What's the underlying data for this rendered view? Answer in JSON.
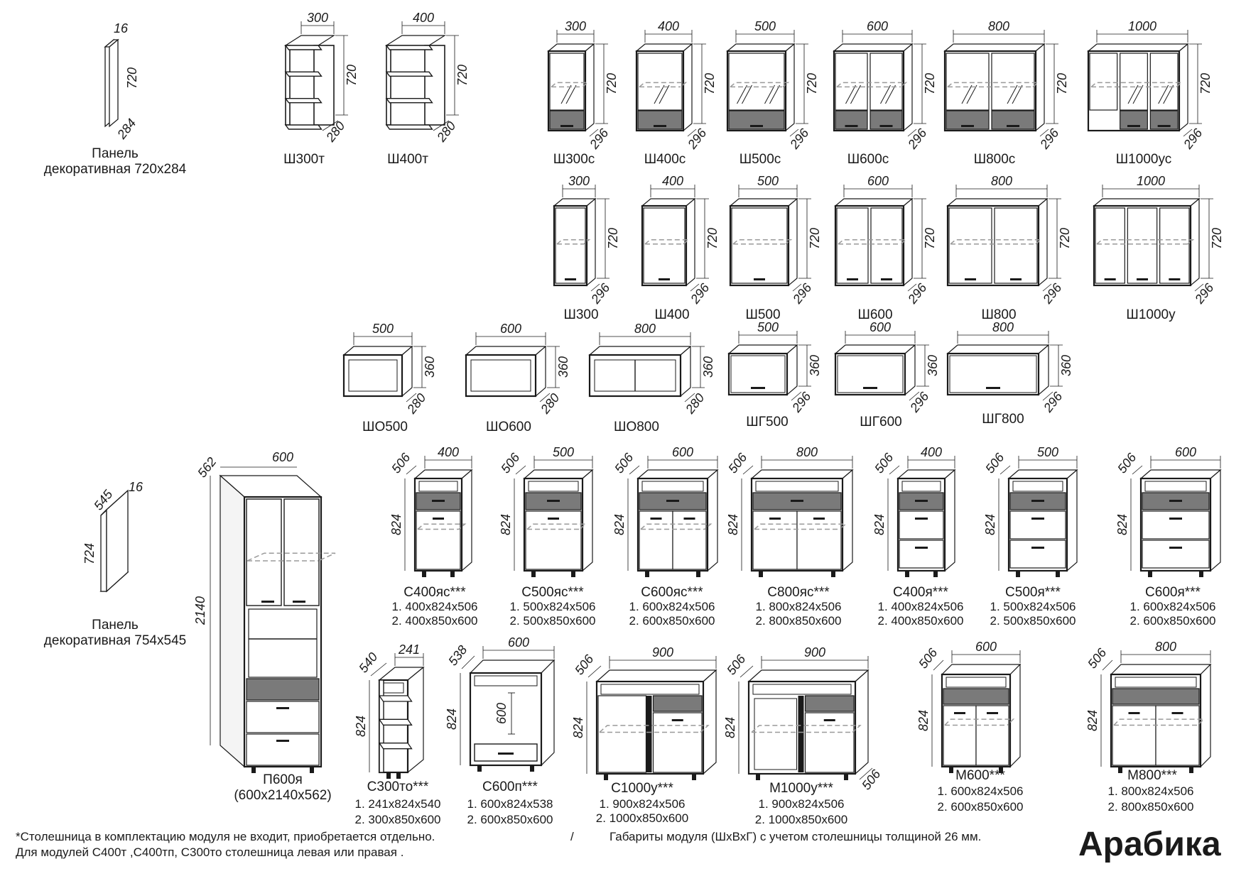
{
  "brand": "Арабика",
  "footnotes": {
    "line1": "*Столешница в комплектацию модуля не входит, приобретается отдельно.",
    "separator": "/",
    "gabarit": "Габариты модуля (ШхВхГ) с учетом столешницы толщиной 26 мм.",
    "line2": "Для модулей С400т ,С400тп, С300то столешница левая или правая ."
  },
  "panels": [
    {
      "name": "Панель",
      "line2": "декоративная 720х284",
      "dims": [
        "16",
        "720",
        "284"
      ]
    },
    {
      "name": "Панель",
      "line2": "декоративная 754х545",
      "dims": [
        "545",
        "16",
        "724"
      ]
    }
  ],
  "modules": [
    {
      "code": "Ш300т",
      "dims": [
        "300",
        "720",
        "280"
      ]
    },
    {
      "code": "Ш400т",
      "dims": [
        "400",
        "720",
        "280"
      ]
    },
    {
      "code": "Ш300с",
      "dims": [
        "300",
        "720",
        "296"
      ]
    },
    {
      "code": "Ш400с",
      "dims": [
        "400",
        "720",
        "296"
      ]
    },
    {
      "code": "Ш500с",
      "dims": [
        "500",
        "720",
        "296"
      ]
    },
    {
      "code": "Ш600с",
      "dims": [
        "600",
        "720",
        "296"
      ]
    },
    {
      "code": "Ш800с",
      "dims": [
        "800",
        "720",
        "296"
      ]
    },
    {
      "code": "Ш1000ус",
      "dims": [
        "1000",
        "720",
        "296"
      ]
    },
    {
      "code": "Ш300",
      "dims": [
        "300",
        "720",
        "296"
      ]
    },
    {
      "code": "Ш400",
      "dims": [
        "400",
        "720",
        "296"
      ]
    },
    {
      "code": "Ш500",
      "dims": [
        "500",
        "720",
        "296"
      ]
    },
    {
      "code": "Ш600",
      "dims": [
        "600",
        "720",
        "296"
      ]
    },
    {
      "code": "Ш800",
      "dims": [
        "800",
        "720",
        "296"
      ]
    },
    {
      "code": "Ш1000у",
      "dims": [
        "1000",
        "720",
        "296"
      ]
    },
    {
      "code": "ШО500",
      "dims": [
        "500",
        "360",
        "280"
      ]
    },
    {
      "code": "ШО600",
      "dims": [
        "600",
        "360",
        "280"
      ]
    },
    {
      "code": "ШО800",
      "dims": [
        "800",
        "360",
        "280"
      ]
    },
    {
      "code": "ШГ500",
      "dims": [
        "500",
        "360",
        "296"
      ]
    },
    {
      "code": "ШГ600",
      "dims": [
        "600",
        "360",
        "296"
      ]
    },
    {
      "code": "ШГ800",
      "dims": [
        "800",
        "360",
        "296"
      ]
    },
    {
      "code": "П600я",
      "sub": "(600х2140х562)",
      "dims": [
        "600",
        "2140",
        "562"
      ]
    },
    {
      "code": "С400яс***",
      "spec1": "1. 400х824х506",
      "spec2": "2. 400х850х600",
      "dims": [
        "400",
        "824",
        "506"
      ]
    },
    {
      "code": "С500яс***",
      "spec1": "1. 500х824х506",
      "spec2": "2. 500х850х600",
      "dims": [
        "500",
        "824",
        "506"
      ]
    },
    {
      "code": "С600яс***",
      "spec1": "1. 600х824х506",
      "spec2": "2. 600х850х600",
      "dims": [
        "600",
        "824",
        "506"
      ]
    },
    {
      "code": "С800яс***",
      "spec1": "1. 800х824х506",
      "spec2": "2. 800х850х600",
      "dims": [
        "800",
        "824",
        "506"
      ]
    },
    {
      "code": "С400я***",
      "spec1": "1. 400х824х506",
      "spec2": "2. 400х850х600",
      "dims": [
        "400",
        "824",
        "506"
      ]
    },
    {
      "code": "С500я***",
      "spec1": "1. 500х824х506",
      "spec2": "2. 500х850х600",
      "dims": [
        "500",
        "824",
        "506"
      ]
    },
    {
      "code": "С600я***",
      "spec1": "1. 600х824х506",
      "spec2": "2. 600х850х600",
      "dims": [
        "600",
        "824",
        "506"
      ]
    },
    {
      "code": "С300то***",
      "spec1": "1. 241х824х540",
      "spec2": "2. 300х850х600",
      "dims": [
        "241",
        "824",
        "540"
      ]
    },
    {
      "code": "С600п***",
      "spec1": "1. 600х824х538",
      "spec2": "2. 600х850х600",
      "dims": [
        "600",
        "824",
        "538",
        "600"
      ]
    },
    {
      "code": "С1000у***",
      "spec1": "1. 900х824х506",
      "spec2": "2. 1000х850х600",
      "dims": [
        "900",
        "824",
        "506"
      ]
    },
    {
      "code": "М1000у***",
      "spec1": "1. 900х824х506",
      "spec2": "2. 1000х850х600",
      "dims": [
        "900",
        "824",
        "506",
        "506"
      ]
    },
    {
      "code": "М600***",
      "spec1": "1. 600х824х506",
      "spec2": "2. 600х850х600",
      "dims": [
        "600",
        "824",
        "506"
      ]
    },
    {
      "code": "М800***",
      "spec1": "1. 800х824х506",
      "spec2": "2. 800х850х600",
      "dims": [
        "800",
        "824",
        "506"
      ]
    }
  ],
  "colors": {
    "line": "#1a1a1a",
    "drawer": "#7a7a7a",
    "glass": "#9a9a9a"
  }
}
